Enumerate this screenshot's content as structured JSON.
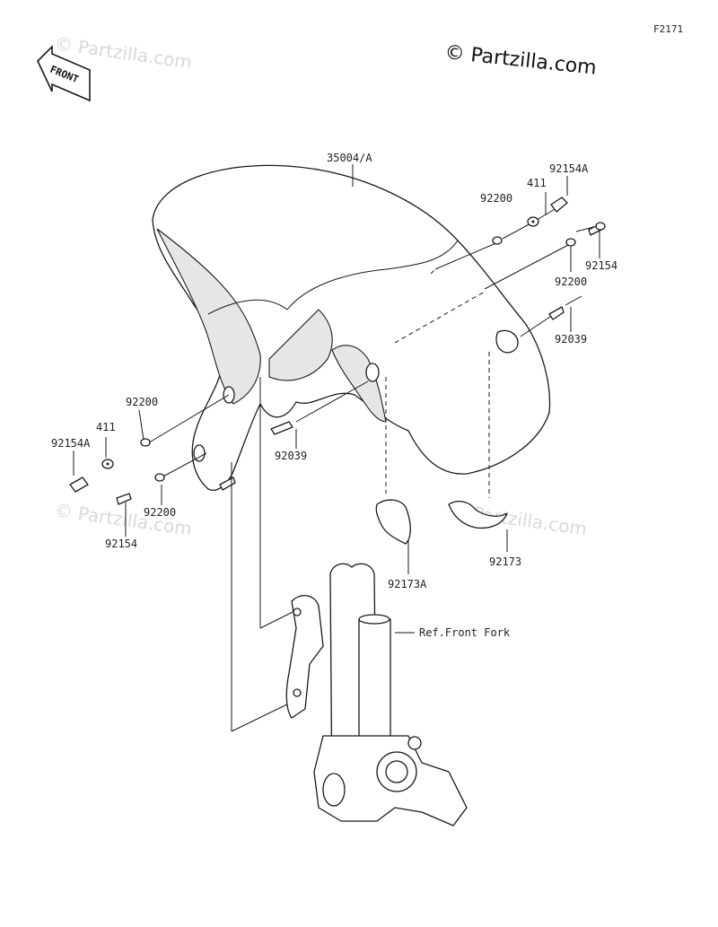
{
  "figure_code": "F2171",
  "copyright": "© Partzilla.com",
  "watermark": "© Partzilla.com",
  "front_badge": "FRONT",
  "labels": {
    "fender": "35004/A",
    "p92154A_right": "92154A",
    "p411_right": "411",
    "p92200_right_top": "92200",
    "p92154_right": "92154",
    "p92200_right_mid": "92200",
    "p92039_right": "92039",
    "p92200_left_top": "92200",
    "p411_left": "411",
    "p92154A_left": "92154A",
    "p92039_left": "92039",
    "p92200_left_bottom": "92200",
    "p92154_left": "92154",
    "p92173A": "92173A",
    "p92173": "92173",
    "ref_front_fork": "Ref.Front Fork"
  }
}
